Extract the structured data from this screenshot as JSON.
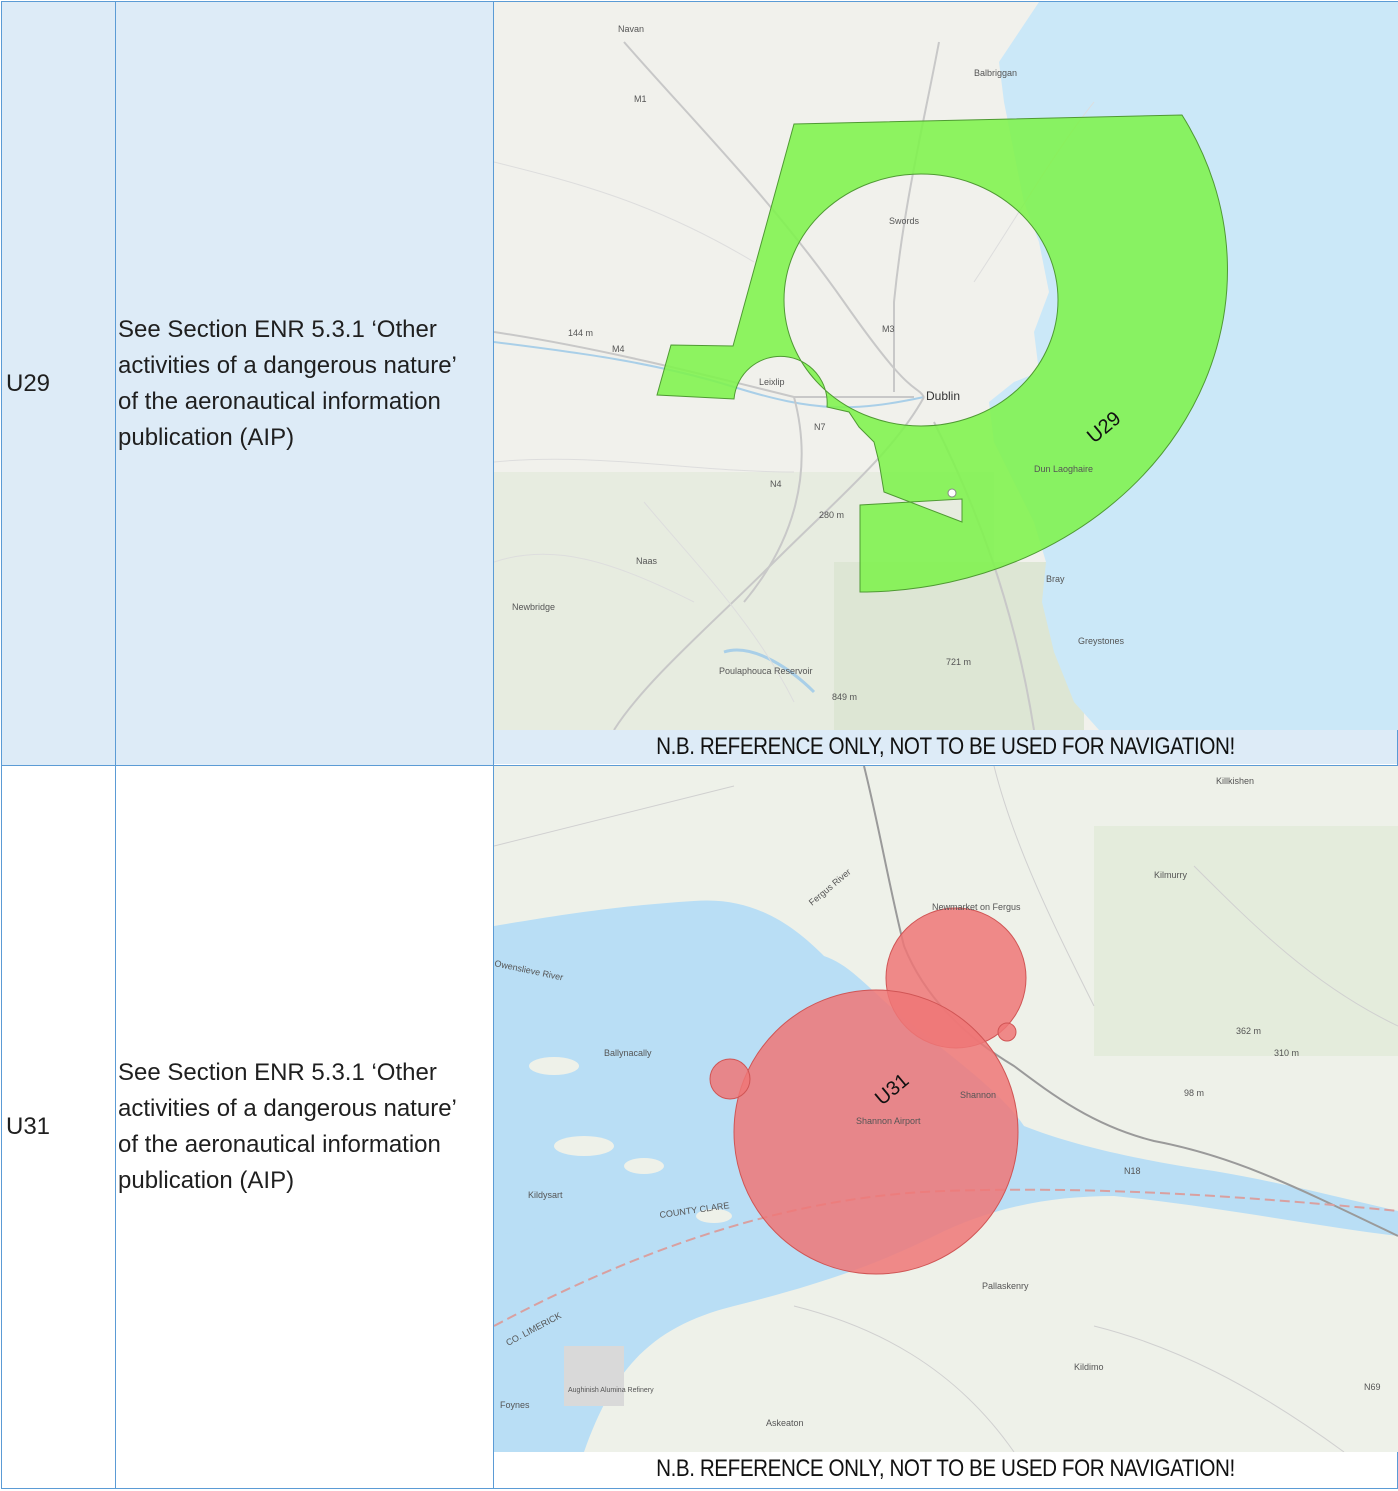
{
  "rows": [
    {
      "id": "U29",
      "description": "See Section ENR 5.3.1 ‘Other activities of a dangerous nature’ of the aeronautical information publication (AIP)",
      "map": {
        "zone_label": "U29",
        "zone_color": "#7ef24c",
        "place_labels": [
          "Navan",
          "Balbriggan",
          "Swords",
          "Dublin",
          "Leixlip",
          "Naas",
          "Newbridge",
          "Bray",
          "Greystones",
          "Dun Laoghaire",
          "Poulaphouca Reservoir",
          "M1",
          "M4",
          "N7",
          "N4",
          "M3",
          "144 m",
          "280 m",
          "721 m",
          "849 m"
        ]
      },
      "disclaimer": "N.B. REFERENCE ONLY, NOT TO BE USED FOR NAVIGATION!"
    },
    {
      "id": "U31",
      "description": "See Section ENR 5.3.1 ‘Other activities of a dangerous nature’ of the aeronautical information publication (AIP)",
      "map": {
        "zone_label": "U31",
        "zone_color": "#ee7777",
        "place_labels": [
          "Killkishen",
          "Kilmurry",
          "Newmarket on Fergus",
          "Ballynacally",
          "Shannon",
          "Shannon Airport",
          "Kildysart",
          "COUNTY CLARE",
          "CO. LIMERICK",
          "Pallaskenry",
          "Kildimo",
          "Askeaton",
          "Foynes",
          "Aughinish Alumina Refinery",
          "Fergus River",
          "Owenslieve River",
          "N18",
          "N69",
          "362 m",
          "310 m",
          "98 m"
        ]
      },
      "disclaimer": "N.B. REFERENCE ONLY, NOT TO BE USED FOR NAVIGATION!"
    }
  ]
}
